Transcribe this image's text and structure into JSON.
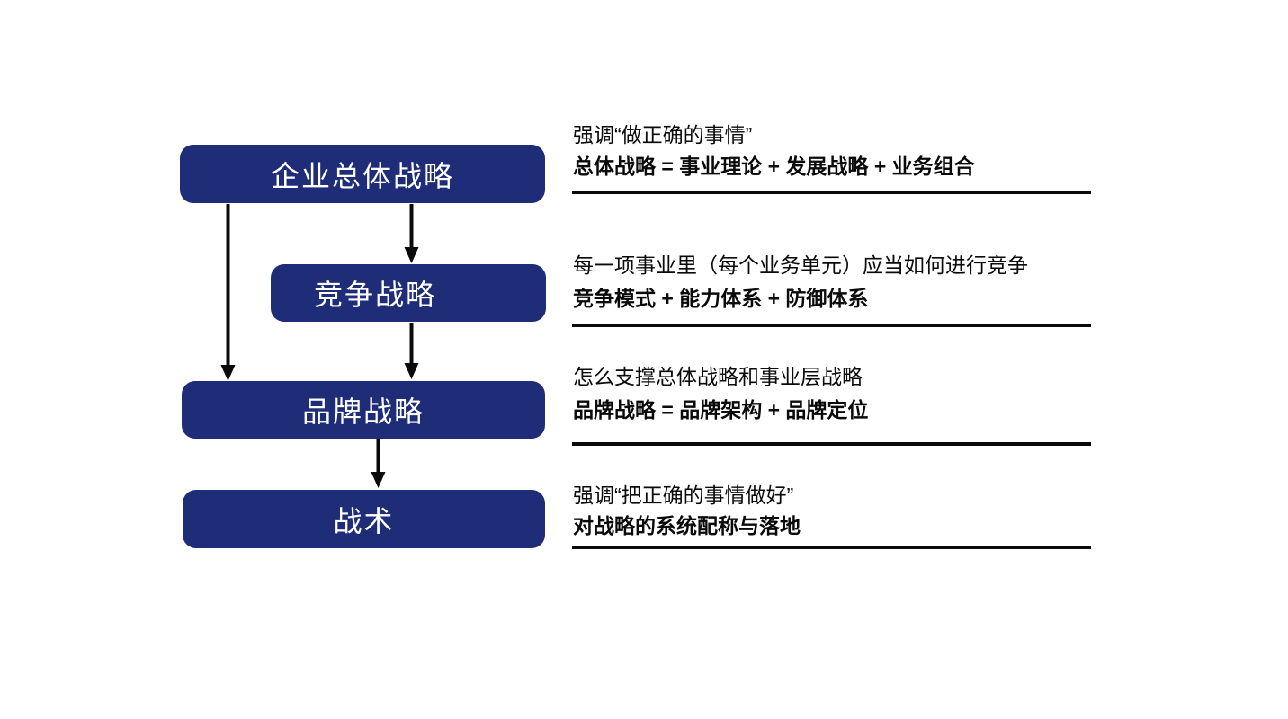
{
  "diagram": {
    "colors": {
      "box_fill": "#1F2C78",
      "box_text": "#FFFFFF",
      "ink": "#0A0A0A"
    },
    "boxes": [
      {
        "label": "企业总体战略"
      },
      {
        "label": "竞争战略"
      },
      {
        "label": "品牌战略"
      },
      {
        "label": "战术"
      }
    ],
    "annotations": [
      {
        "line1": "强调“做正确的事情”",
        "line2": "总体战略 = 事业理论 + 发展战略 + 业务组合"
      },
      {
        "line1": "每一项事业里（每个业务单元）应当如何进行竞争",
        "line2": "竞争模式 + 能力体系 + 防御体系"
      },
      {
        "line1": "怎么支撑总体战略和事业层战略",
        "line2": "品牌战略 = 品牌架构 + 品牌定位"
      },
      {
        "line1": "强调“把正确的事情做好”",
        "line2": "对战略的系统配称与落地"
      }
    ]
  }
}
